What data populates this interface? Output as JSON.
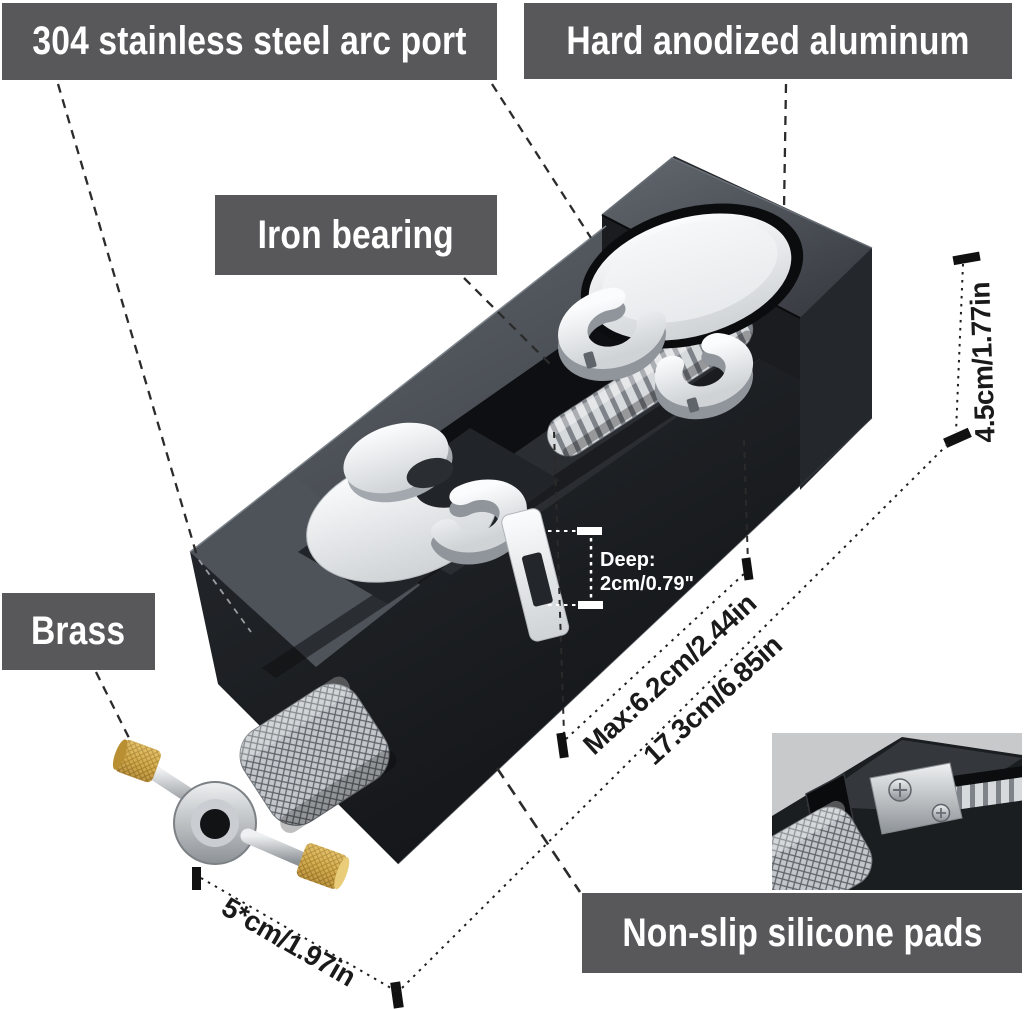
{
  "callouts": {
    "arc_port": "304 stainless steel arc port",
    "aluminum": "Hard anodized aluminum",
    "iron_bearing": "Iron bearing",
    "brass": "Brass",
    "silicone": "Non-slip silicone pads"
  },
  "dimensions": {
    "height": "4.5cm/1.77in",
    "max_opening": "Max:6.2cm/2.44in",
    "length": "17.3cm/6.85in",
    "width": "5*cm/1.97in",
    "depth_label": "Deep:",
    "depth_value": "2cm/0.79\""
  },
  "colors": {
    "callout_bg": "#58585a",
    "callout_text": "#ffffff",
    "annotation_line": "#1f1f1f",
    "depth_annotation": "#ffffff",
    "body_dark": "#1b1e21",
    "body_top": "#4b5056",
    "jaw_white": "#eceef0",
    "steel": "#c4c7cb",
    "brass": "#d2a94e",
    "inset_background": "#c7c9cb",
    "page_background": "#ffffff"
  }
}
